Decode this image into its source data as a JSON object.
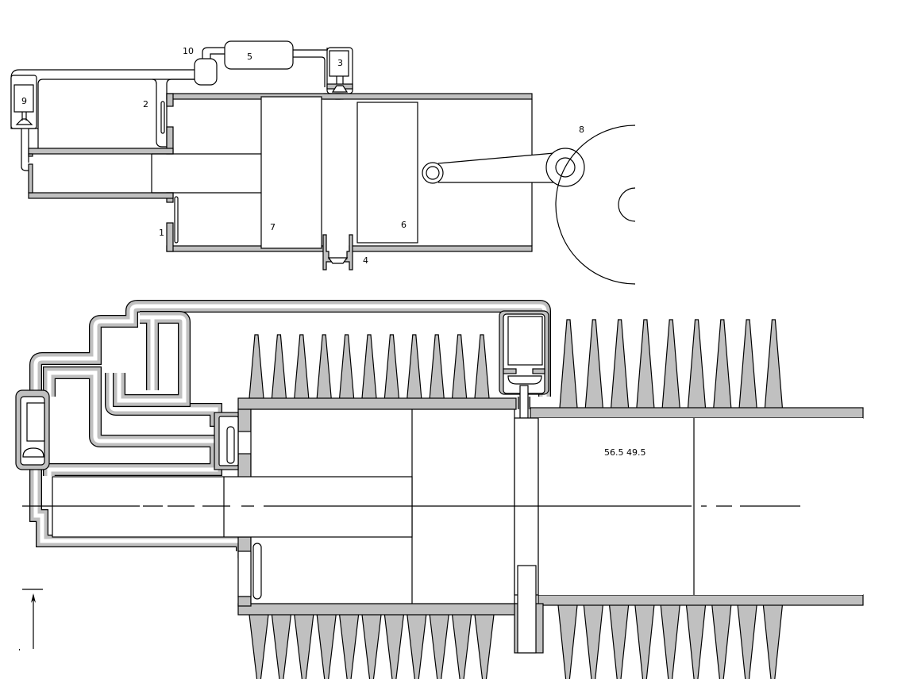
{
  "top_diagram": {
    "labels": {
      "port_1": "1",
      "port_2": "2",
      "valve_3": "3",
      "valve_4": "4",
      "tank_5": "5",
      "piston_6": "6",
      "piston_7": "7",
      "flywheel_8": "8",
      "valve_9": "9",
      "chamber_10": "10"
    }
  },
  "bottom_diagram": {
    "dimension_text": "56.5  49.5"
  },
  "colors": {
    "wall": "#c0c0c0",
    "line": "#000000",
    "background": "#ffffff"
  }
}
